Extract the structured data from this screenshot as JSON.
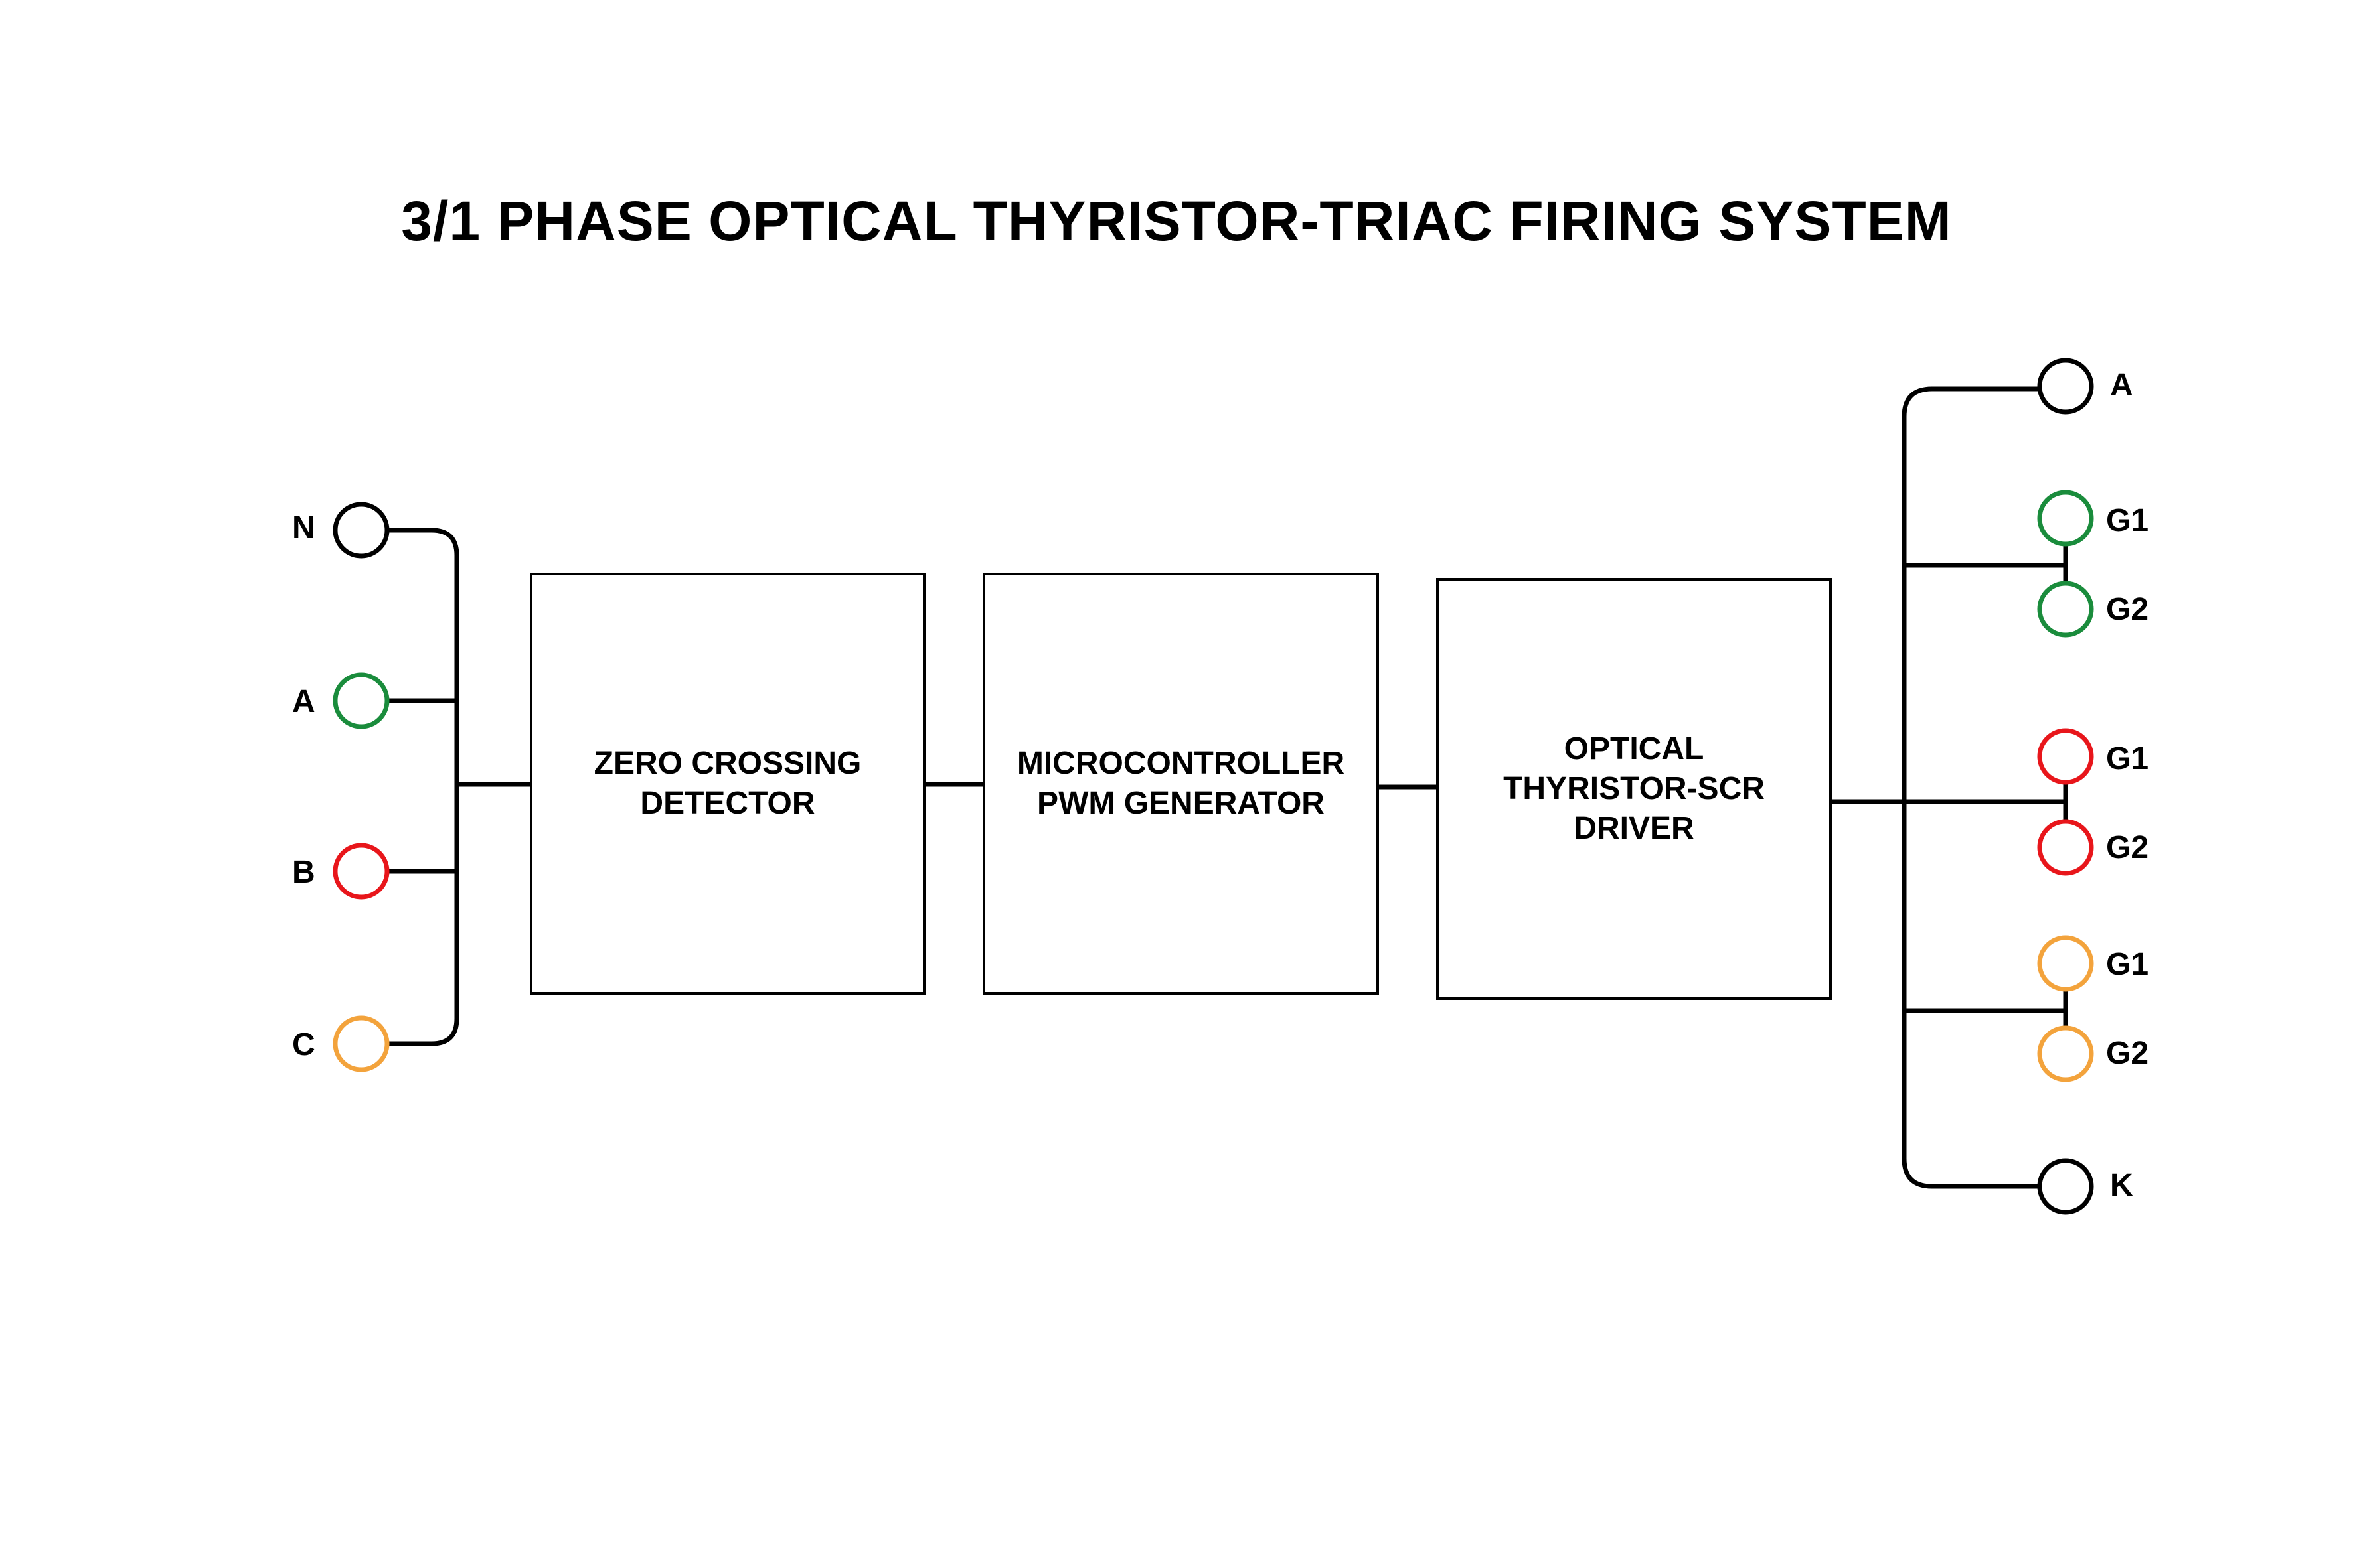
{
  "title": "3/1 PHASE OPTICAL THYRISTOR-TRIAC FIRING SYSTEM",
  "colors": {
    "line": "#000000",
    "neutral": "#000000",
    "phase_a": "#1a8c3c",
    "phase_b": "#e8161b",
    "phase_c": "#f3a33c"
  },
  "blocks": {
    "zero_crossing": "ZERO CROSSING\nDETECTOR",
    "microcontroller": "MICROCONTROLLER\nPWM GENERATOR",
    "driver": "OPTICAL\nTHYRISTOR-SCR\nDRIVER"
  },
  "inputs": {
    "n": "N",
    "a": "A",
    "b": "B",
    "c": "C"
  },
  "outputs": {
    "anode": "A",
    "g1_a": "G1",
    "g2_a": "G2",
    "g1_b": "G1",
    "g2_b": "G2",
    "g1_c": "G1",
    "g2_c": "G2",
    "cathode": "K"
  }
}
